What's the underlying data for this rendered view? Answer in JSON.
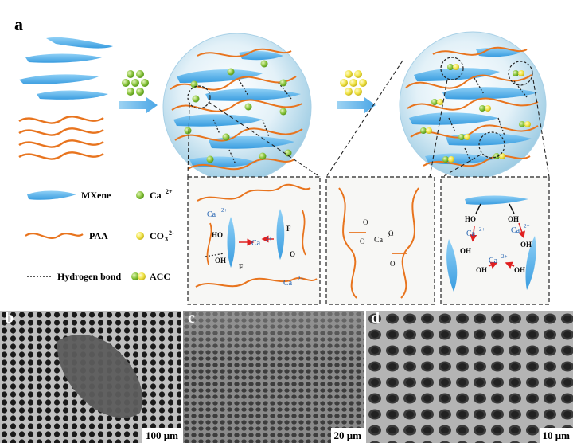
{
  "panel_labels": {
    "a": "a",
    "b": "b",
    "c": "c",
    "d": "d"
  },
  "legend": {
    "mxene": "MXene",
    "ca": "Ca",
    "ca_sup": "2+",
    "paa": "PAA",
    "co3": "CO",
    "co3_sub": "3",
    "co3_sup": "2-",
    "hbond": "Hydrogen bond",
    "acc": "ACC"
  },
  "insets": {
    "left": {
      "ca_top": "Ca",
      "ca_mid": "Ca",
      "ca_bot": "Ca",
      "sup": "2+",
      "ho": "HO",
      "oh": "OH",
      "f1": "F",
      "f2": "F",
      "o": "O"
    },
    "middle": {
      "ca": "Ca",
      "sup": "2+",
      "o1": "O",
      "o2": "O",
      "o3": "O",
      "o4": "O",
      "minus": "−"
    },
    "right": {
      "oh1": "HO",
      "oh2": "OH",
      "oh3": "OH",
      "oh4": "OH",
      "oh5": "OH",
      "oh6": "OH",
      "ca": "Ca",
      "sup": "2+"
    }
  },
  "scale_bars": {
    "b": "100 μm",
    "c": "20 μm",
    "d": "10 μm"
  },
  "colors": {
    "mxene": "#5ab4ea",
    "paa": "#e8741e",
    "ca_green": "#8cc63f",
    "co3_yellow": "#f2e64a",
    "blue_text": "#2060b0",
    "arrow": "#e02020"
  }
}
